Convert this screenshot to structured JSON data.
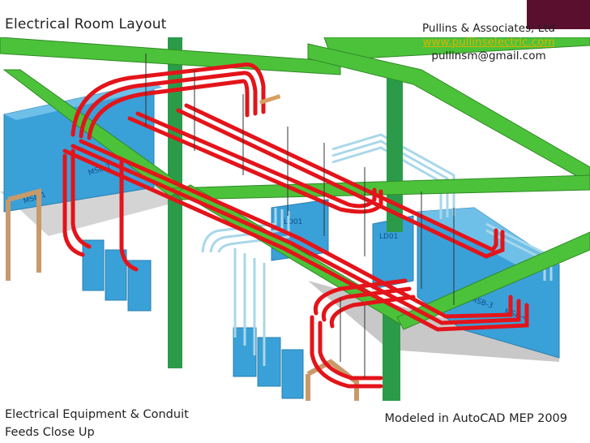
{
  "slide": {
    "title": "Electrical Room Layout"
  },
  "company": {
    "name": "Pullins & Associates, Ltd",
    "url": "www.pullinselectric.com",
    "email": "pullinsm@gmail.com"
  },
  "render": {
    "equipment_labels": [
      "MSB-1",
      "MSB-2",
      "LD01",
      "LD01",
      "MSB-3",
      "MSB-4"
    ],
    "colors": {
      "beam": "#4cc23a",
      "column": "#2b9b4a",
      "equipment": "#3aa0d8",
      "red_conduit": "#e3141a",
      "light_conduit": "#a9d7ea",
      "door_frame": "#c89a6a",
      "floor": "#cfcfcf"
    }
  },
  "captions": {
    "left_line1": "Electrical Equipment & Conduit",
    "left_line2": "Feeds Close Up",
    "right": "Modeled in AutoCAD MEP 2009"
  },
  "accent": {
    "color": "#5a0f2e"
  }
}
